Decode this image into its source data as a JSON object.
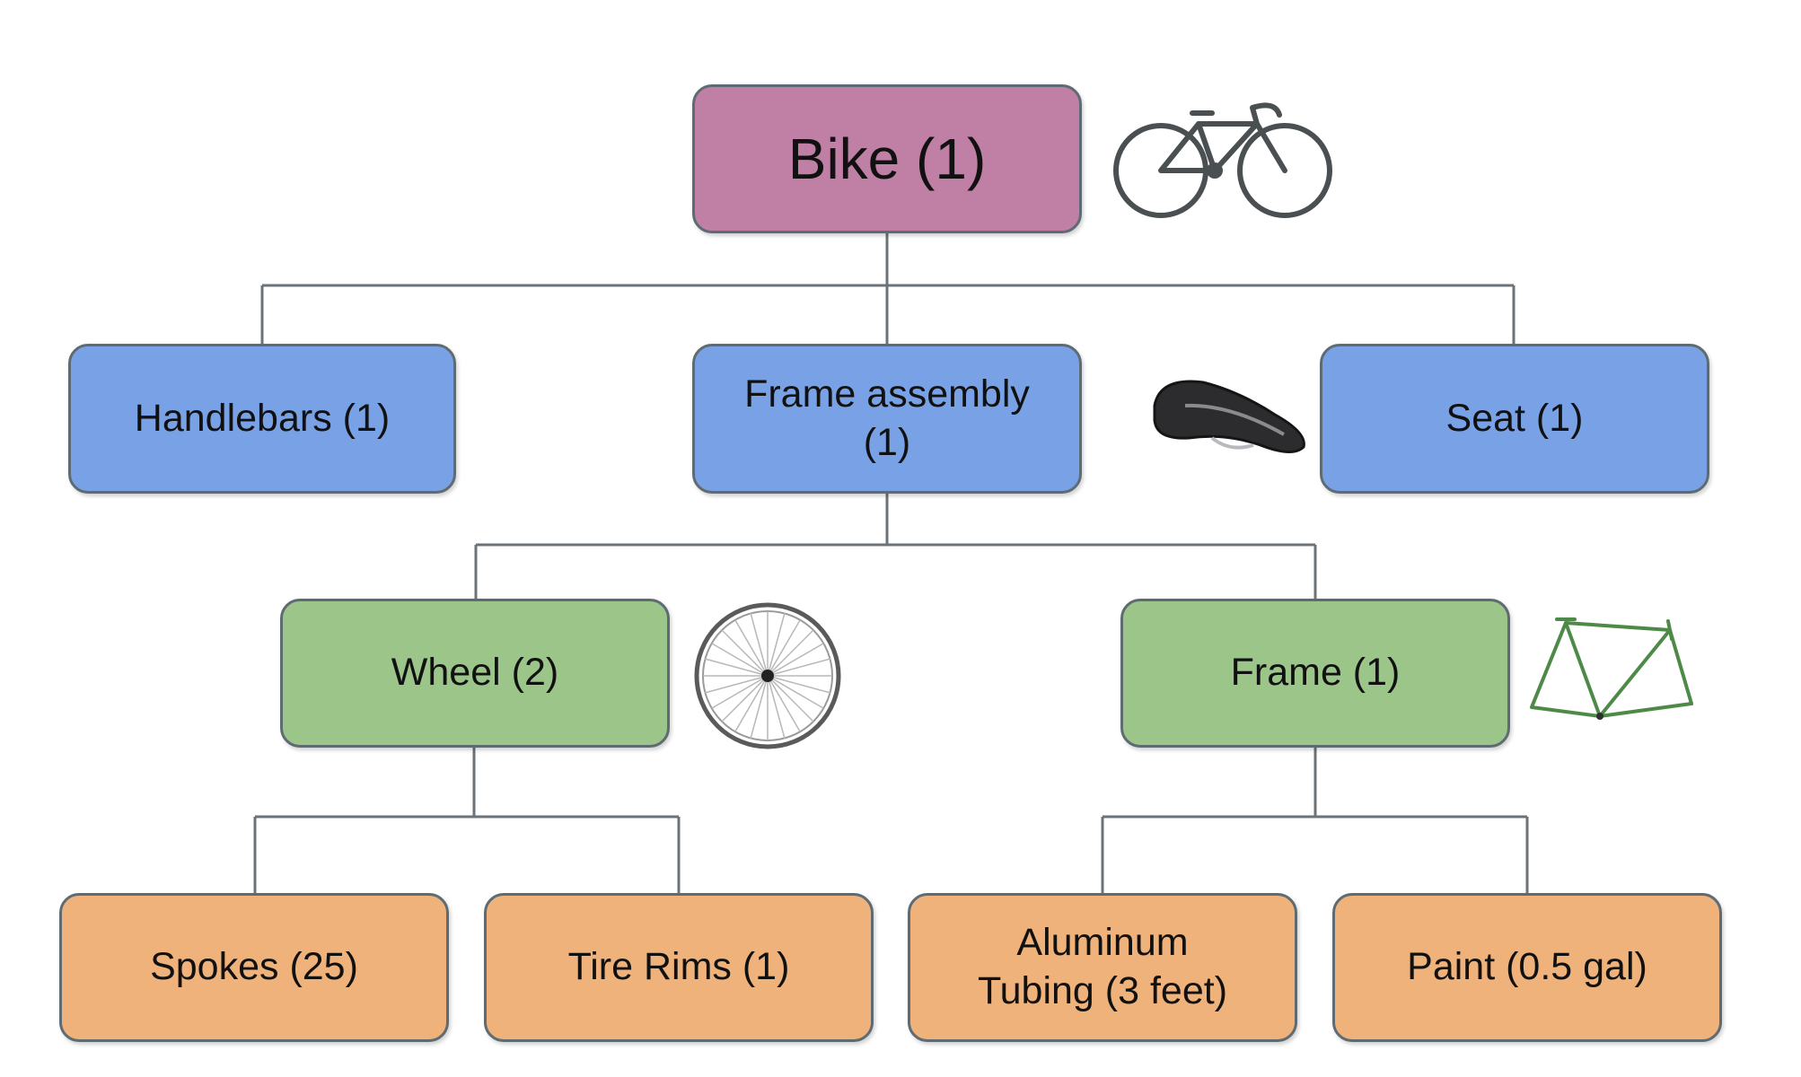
{
  "colors": {
    "root": "#c07fa4",
    "level1": "#79a2e6",
    "level2": "#9cc589",
    "level3": "#efb27a",
    "connector": "#6b7378"
  },
  "nodes": {
    "bike": "Bike (1)",
    "handlebars": "Handlebars (1)",
    "frame_assembly": "Frame assembly\n(1)",
    "seat": "Seat (1)",
    "wheel": "Wheel (2)",
    "frame": "Frame (1)",
    "spokes": "Spokes (25)",
    "tire_rims": "Tire Rims (1)",
    "aluminum_tubing": "Aluminum\nTubing (3 feet)",
    "paint": "Paint (0.5 gal)"
  },
  "icons": {
    "bike": "bicycle-icon",
    "seat": "bike-seat-icon",
    "wheel": "wheel-icon",
    "frame": "bike-frame-icon"
  }
}
